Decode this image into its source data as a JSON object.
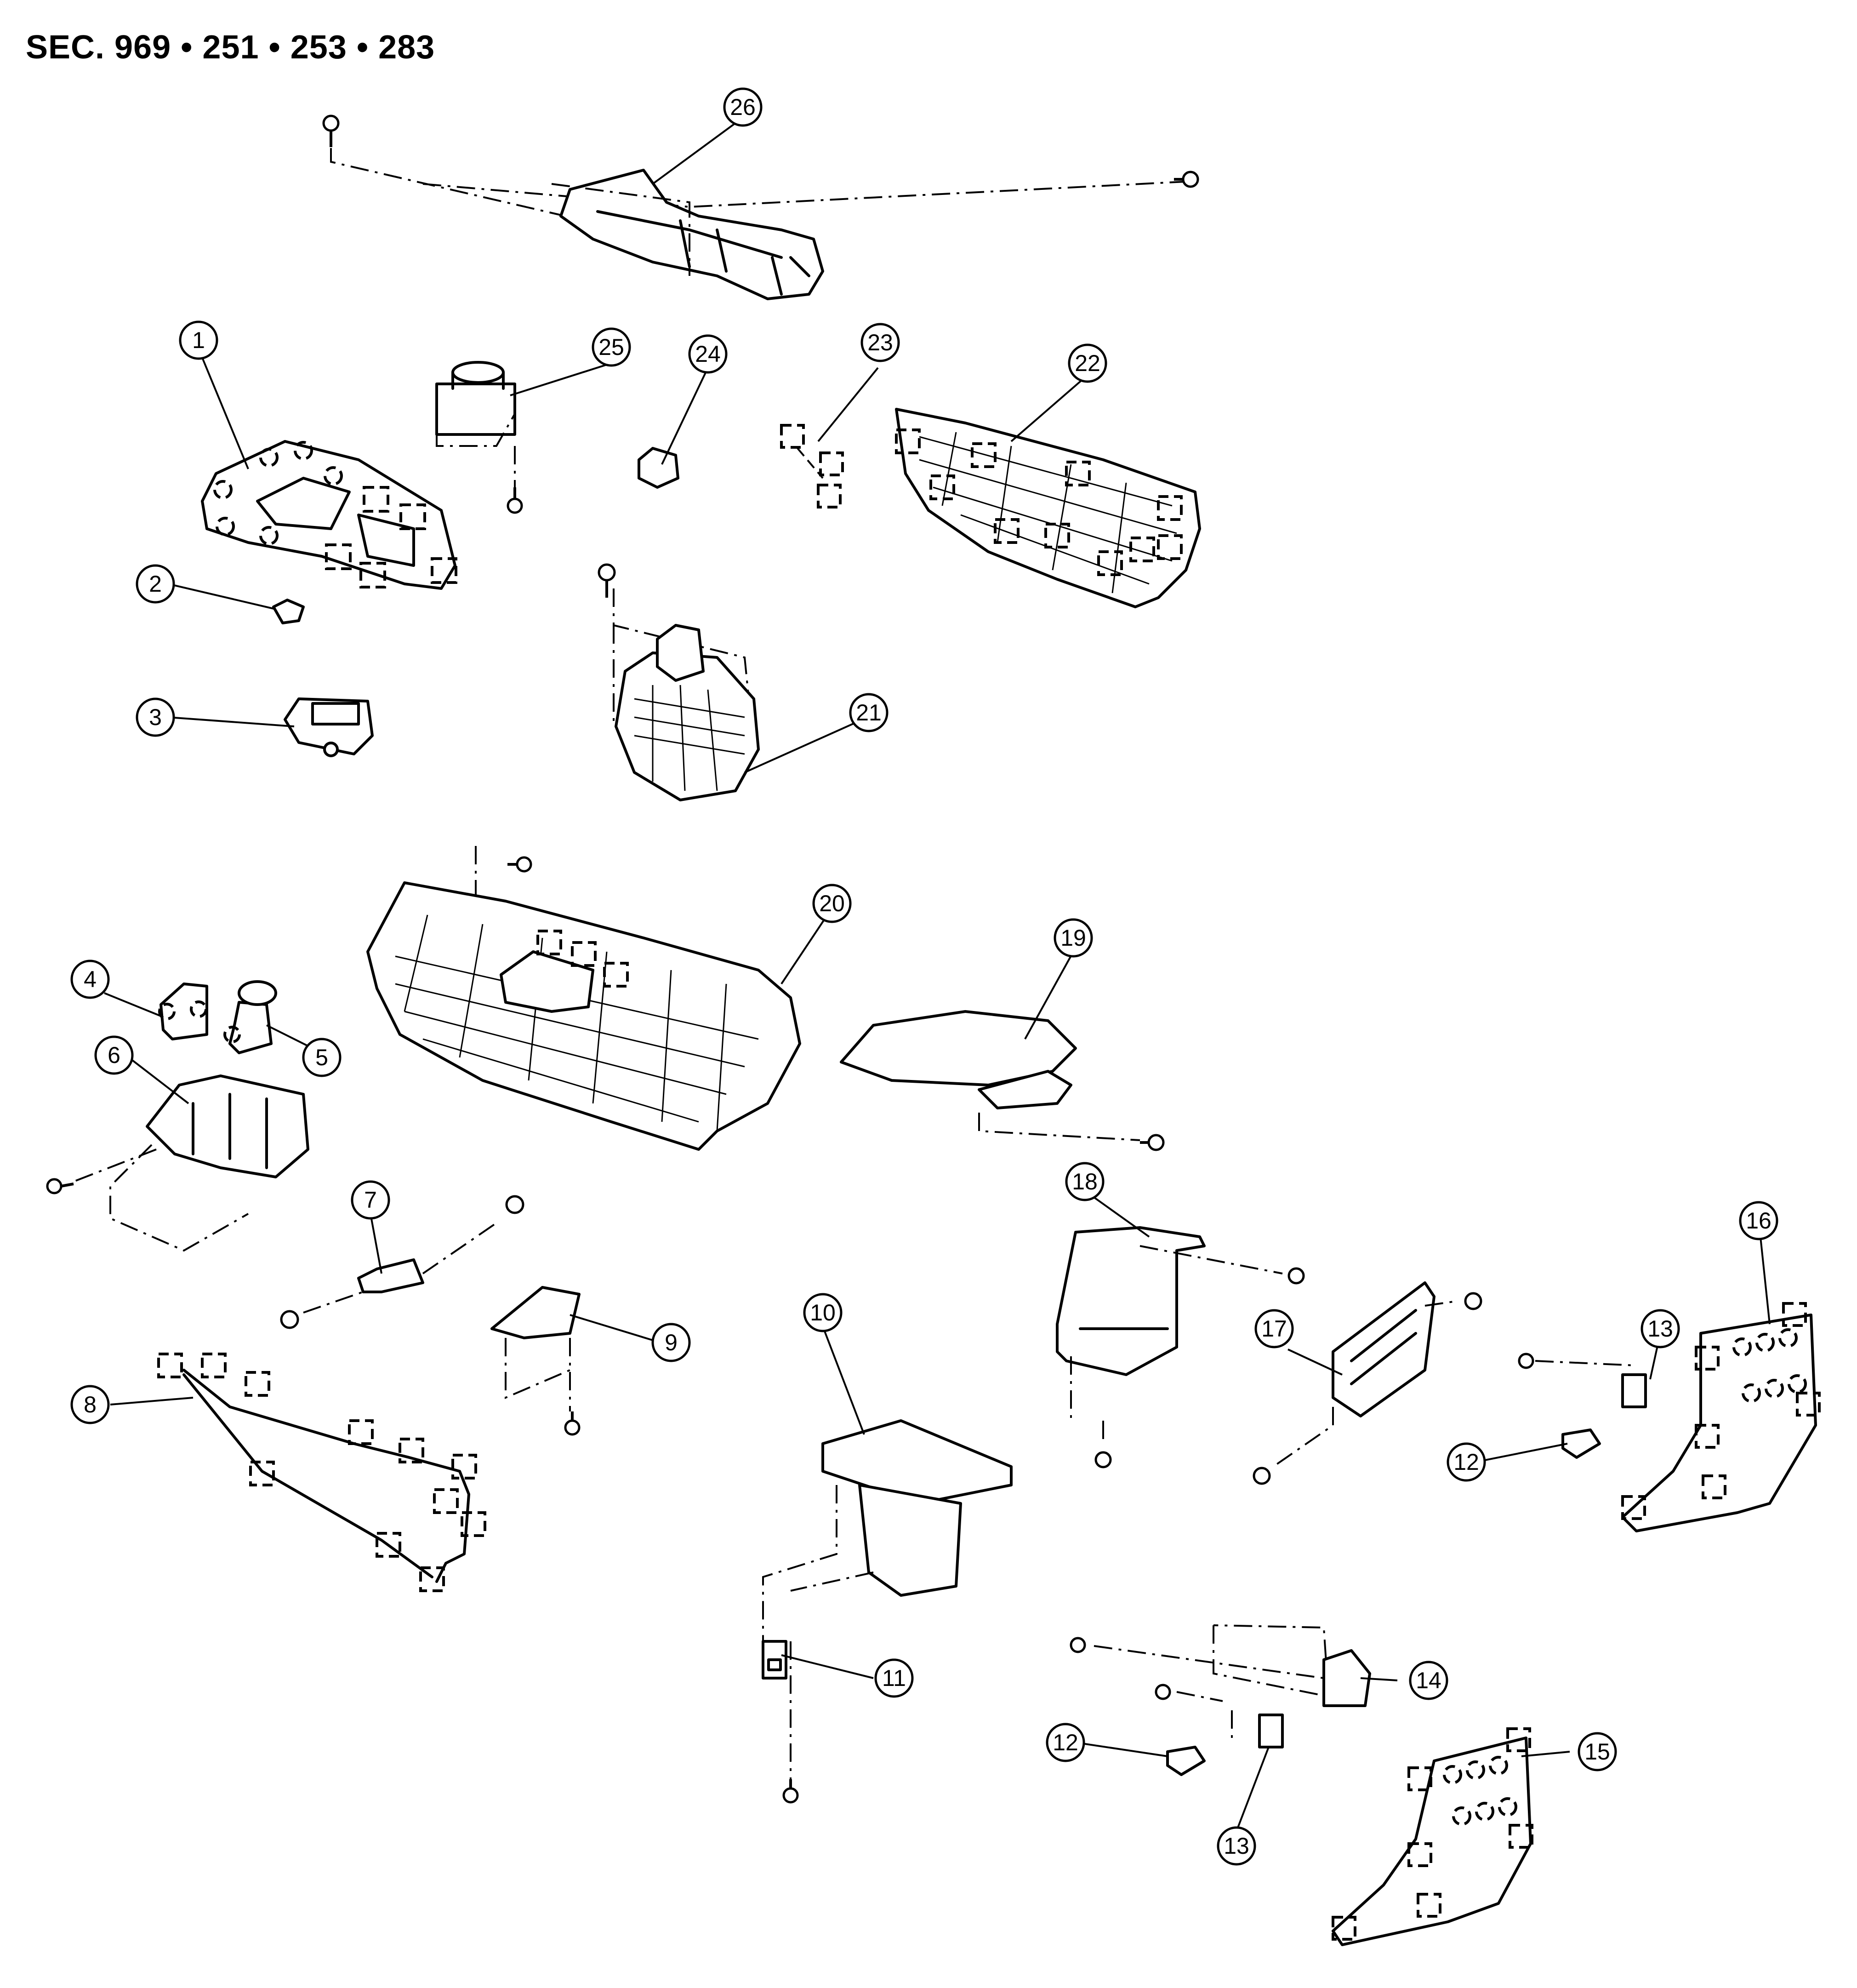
{
  "header": {
    "section_label": "SEC. 969 • 251 • 253 • 283"
  },
  "callouts": [
    {
      "id": "c1",
      "label": "1"
    },
    {
      "id": "c2",
      "label": "2"
    },
    {
      "id": "c3",
      "label": "3"
    },
    {
      "id": "c4",
      "label": "4"
    },
    {
      "id": "c5",
      "label": "5"
    },
    {
      "id": "c6",
      "label": "6"
    },
    {
      "id": "c7",
      "label": "7"
    },
    {
      "id": "c8",
      "label": "8"
    },
    {
      "id": "c9",
      "label": "9"
    },
    {
      "id": "c10",
      "label": "10"
    },
    {
      "id": "c11",
      "label": "11"
    },
    {
      "id": "c12a",
      "label": "12"
    },
    {
      "id": "c12b",
      "label": "12"
    },
    {
      "id": "c13a",
      "label": "13"
    },
    {
      "id": "c13b",
      "label": "13"
    },
    {
      "id": "c14",
      "label": "14"
    },
    {
      "id": "c15",
      "label": "15"
    },
    {
      "id": "c16",
      "label": "16"
    },
    {
      "id": "c17",
      "label": "17"
    },
    {
      "id": "c18",
      "label": "18"
    },
    {
      "id": "c19",
      "label": "19"
    },
    {
      "id": "c20",
      "label": "20"
    },
    {
      "id": "c21",
      "label": "21"
    },
    {
      "id": "c22",
      "label": "22"
    },
    {
      "id": "c23",
      "label": "23"
    },
    {
      "id": "c24",
      "label": "24"
    },
    {
      "id": "c25",
      "label": "25"
    },
    {
      "id": "c26",
      "label": "26"
    }
  ]
}
